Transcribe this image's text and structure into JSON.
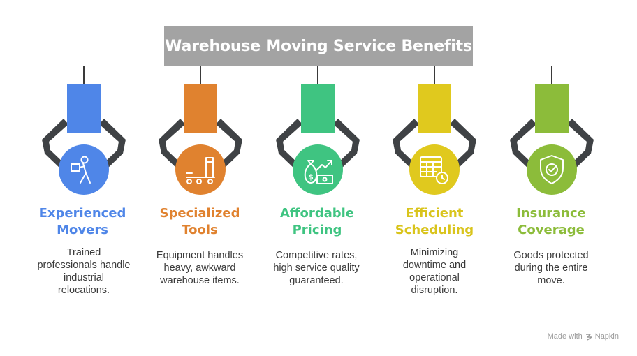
{
  "title": "Warehouse Moving Service Benefits",
  "items": [
    {
      "title_line1": "Experienced",
      "title_line2": "Movers",
      "desc_lines": [
        "Trained",
        "professionals handle",
        "industrial",
        "relocations."
      ],
      "color": "#4f86e8",
      "icon": "mover-icon"
    },
    {
      "title_line1": "Specialized",
      "title_line2": "Tools",
      "desc_lines": [
        "Equipment handles",
        "heavy, awkward",
        "warehouse items."
      ],
      "color": "#e0822f",
      "icon": "dolly-icon"
    },
    {
      "title_line1": "Affordable",
      "title_line2": "Pricing",
      "desc_lines": [
        "Competitive rates,",
        "high service quality",
        "guaranteed."
      ],
      "color": "#3fc481",
      "icon": "money-icon"
    },
    {
      "title_line1": "Efficient",
      "title_line2": "Scheduling",
      "desc_lines": [
        "Minimizing",
        "downtime and",
        "operational",
        "disruption."
      ],
      "color": "#e0c91e",
      "icon": "calendar-clock-icon"
    },
    {
      "title_line1": "Insurance",
      "title_line2": "Coverage",
      "desc_lines": [
        "Goods protected",
        "during the entire",
        "move."
      ],
      "color": "#8cbc3a",
      "icon": "shield-check-icon"
    }
  ],
  "footer": {
    "made_with": "Made with",
    "brand": "Napkin"
  }
}
